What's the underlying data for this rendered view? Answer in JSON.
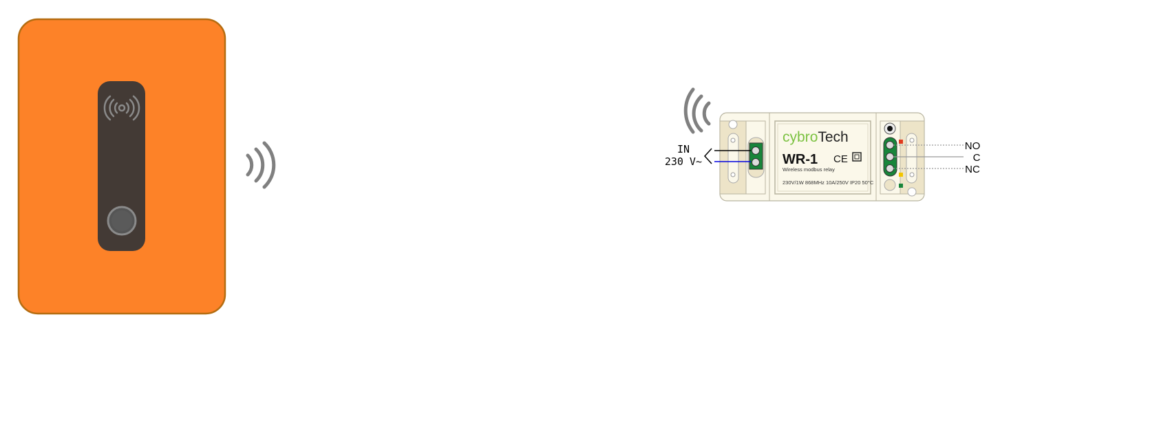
{
  "remote": {
    "color": "#fd8228",
    "panel_color": "#433a35"
  },
  "relay": {
    "brand_left": "cybr",
    "brand_o": "o",
    "brand_right": "Tech",
    "model": "WR-1",
    "ce_mark": "CE",
    "subtitle": "Wireless modbus relay",
    "specs": "230V/1W 868MHz 10A/250V IP20 50°C"
  },
  "input": {
    "label_line1": "IN",
    "label_line2": "230 V~"
  },
  "outputs": [
    {
      "label": "NO"
    },
    {
      "label": "C"
    },
    {
      "label": "NC"
    }
  ],
  "colors": {
    "brand_green": "#7cc242",
    "terminal_green": "#18853a",
    "wire_blue": "#0000e0",
    "led_red": "#e03a1e",
    "led_yellow": "#f2c500",
    "led_green": "#18853a"
  }
}
